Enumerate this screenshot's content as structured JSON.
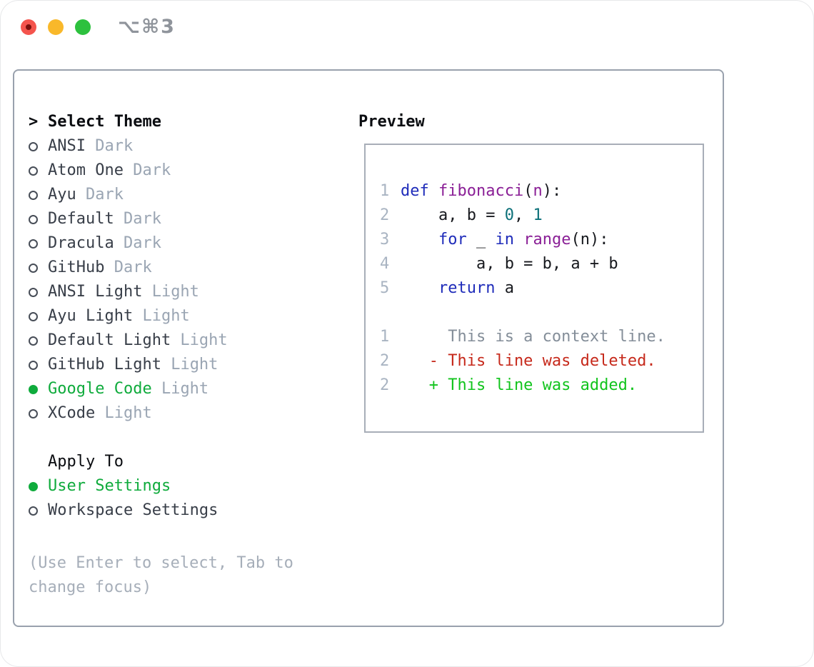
{
  "window": {
    "title": "⌥⌘3"
  },
  "colors": {
    "keyword": "#1f2cba",
    "function_name": "#8a1f96",
    "literal": "#0c7079",
    "plain_code": "#17191e",
    "line_number": "#a9b4c2",
    "diff_context": "#848e99",
    "diff_deleted": "#c6291b",
    "diff_added": "#12c41d",
    "selection_green": "#0fab3c",
    "variant_muted": "#9aa5b3"
  },
  "theme_list": {
    "prompt": ">",
    "header": "Select Theme",
    "items": [
      {
        "label": "ANSI",
        "variant": "Dark",
        "selected": false
      },
      {
        "label": "Atom One",
        "variant": "Dark",
        "selected": false
      },
      {
        "label": "Ayu",
        "variant": "Dark",
        "selected": false
      },
      {
        "label": "Default",
        "variant": "Dark",
        "selected": false
      },
      {
        "label": "Dracula",
        "variant": "Dark",
        "selected": false
      },
      {
        "label": "GitHub",
        "variant": "Dark",
        "selected": false
      },
      {
        "label": "ANSI Light",
        "variant": "Light",
        "selected": false
      },
      {
        "label": "Ayu Light",
        "variant": "Light",
        "selected": false
      },
      {
        "label": "Default Light",
        "variant": "Light",
        "selected": false
      },
      {
        "label": "GitHub Light",
        "variant": "Light",
        "selected": false
      },
      {
        "label": "Google Code",
        "variant": "Light",
        "selected": true
      },
      {
        "label": "XCode",
        "variant": "Light",
        "selected": false
      }
    ]
  },
  "apply_to": {
    "header": "Apply To",
    "options": [
      {
        "label": "User Settings",
        "selected": true
      },
      {
        "label": "Workspace Settings",
        "selected": false
      }
    ]
  },
  "help": {
    "line1": "(Use Enter to select, Tab to",
    "line2": "change focus)"
  },
  "preview": {
    "header": "Preview",
    "code_lines": [
      {
        "number": "1",
        "tokens": [
          {
            "text": "def",
            "type": "keyword"
          },
          {
            "text": " ",
            "type": "plain"
          },
          {
            "text": "fibonacci",
            "type": "function"
          },
          {
            "text": "(",
            "type": "plain"
          },
          {
            "text": "n",
            "type": "function"
          },
          {
            "text": "):",
            "type": "plain"
          }
        ]
      },
      {
        "number": "2",
        "tokens": [
          {
            "text": "    a, b = ",
            "type": "plain"
          },
          {
            "text": "0",
            "type": "literal"
          },
          {
            "text": ", ",
            "type": "plain"
          },
          {
            "text": "1",
            "type": "literal"
          }
        ]
      },
      {
        "number": "3",
        "tokens": [
          {
            "text": "    ",
            "type": "plain"
          },
          {
            "text": "for",
            "type": "keyword"
          },
          {
            "text": " _ ",
            "type": "plain"
          },
          {
            "text": "in",
            "type": "keyword"
          },
          {
            "text": " ",
            "type": "plain"
          },
          {
            "text": "range",
            "type": "function"
          },
          {
            "text": "(n):",
            "type": "plain"
          }
        ]
      },
      {
        "number": "4",
        "tokens": [
          {
            "text": "        a, b = b, a + b",
            "type": "plain"
          }
        ]
      },
      {
        "number": "5",
        "tokens": [
          {
            "text": "    ",
            "type": "plain"
          },
          {
            "text": "return",
            "type": "keyword"
          },
          {
            "text": " a",
            "type": "plain"
          }
        ]
      }
    ],
    "diff_lines": [
      {
        "number": "1",
        "text": "     This is a context line.",
        "type": "context"
      },
      {
        "number": "2",
        "text": "   - This line was deleted.",
        "type": "deleted"
      },
      {
        "number": "2",
        "text": "   + This line was added.",
        "type": "added"
      }
    ]
  }
}
